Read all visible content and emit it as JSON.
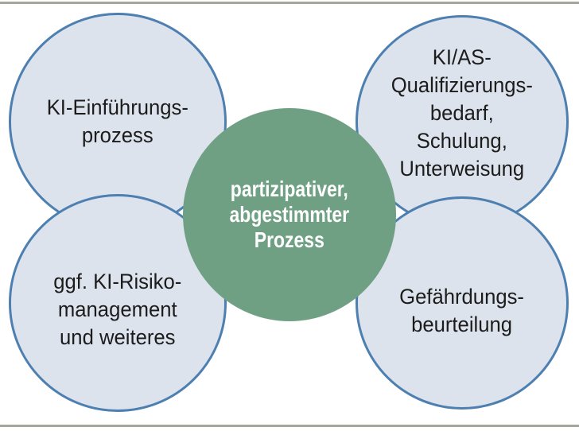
{
  "diagram": {
    "center": {
      "name": "central-process",
      "lines": [
        "partizipativer,",
        "abgestimmter",
        "Prozess"
      ]
    },
    "satellites": [
      {
        "name": "ki-einfuehrungsprozess",
        "lines": [
          "KI-Einführungs-",
          "prozess"
        ]
      },
      {
        "name": "ki-as-qualifizierungsbedarf",
        "lines": [
          "KI/AS-",
          "Qualifizierungs-",
          "bedarf,",
          "Schulung,",
          "Unterweisung"
        ]
      },
      {
        "name": "ggf-ki-risikomanagement",
        "lines": [
          "ggf. KI-Risiko-",
          "management",
          "und weiteres"
        ]
      },
      {
        "name": "gefaehrdungsbeurteilung",
        "lines": [
          "Gefährdungs-",
          "beurteilung"
        ]
      }
    ],
    "colors": {
      "center_fill": "#6FA084",
      "center_text": "#FFFFFF",
      "satellite_fill": "#DCE3EC",
      "satellite_border": "#4D7FB0",
      "label_text": "#1C1C1C",
      "frame_rule": "#A6A69D"
    }
  }
}
